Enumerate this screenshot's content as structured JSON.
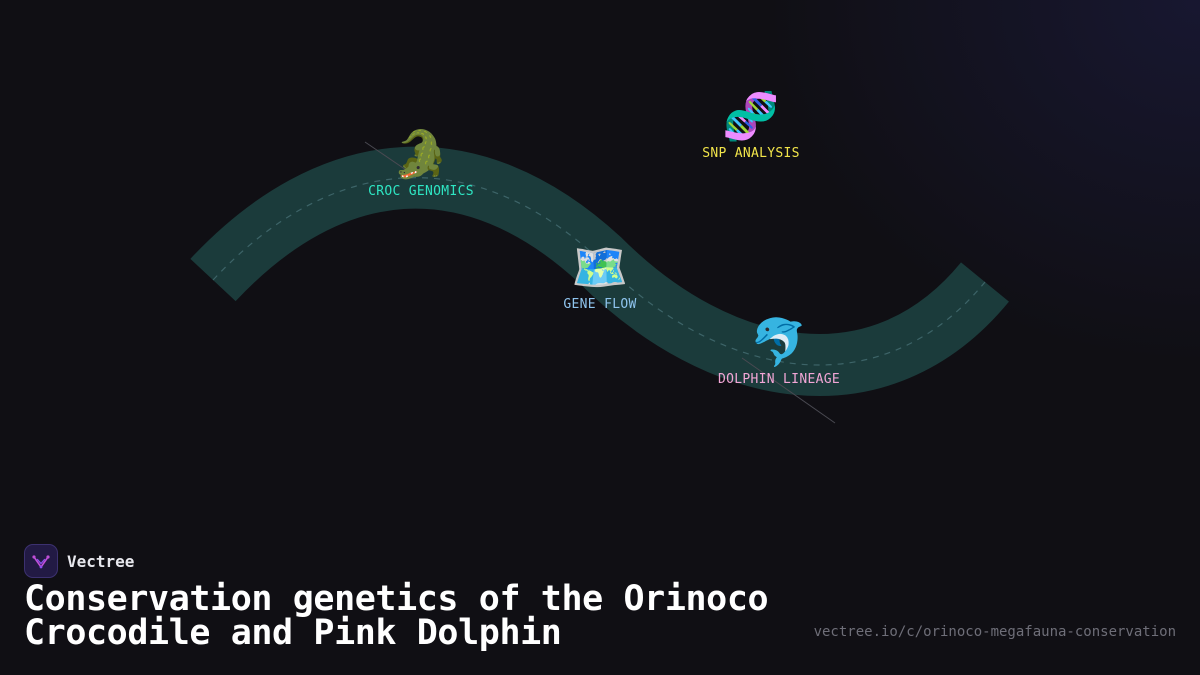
{
  "brand": {
    "name": "Vectree",
    "logo_icon": "vectree-logo-icon"
  },
  "title": "Conservation genetics of the Orinoco Crocodile and Pink Dolphin",
  "url": "vectree.io/c/orinoco-megafauna-conservation",
  "colors": {
    "background": "#100f14",
    "path_band": "#1b3b3b",
    "path_dash": "#3d6468"
  },
  "nodes": [
    {
      "id": "croc-genomics",
      "emoji": "🐊",
      "icon": "crocodile-icon",
      "label": "CROC GENOMICS",
      "color": "#2ee6c3"
    },
    {
      "id": "snp-analysis",
      "emoji": "🧬",
      "icon": "dna-icon",
      "label": "SNP ANALYSIS",
      "color": "#f2e54a"
    },
    {
      "id": "gene-flow",
      "emoji": "🗺️",
      "icon": "world-map-icon",
      "label": "GENE FLOW",
      "color": "#8fc4ee"
    },
    {
      "id": "dolphin-lineage",
      "emoji": "🐬",
      "icon": "dolphin-icon",
      "label": "DOLPHIN LINEAGE",
      "color": "#f2a6d6"
    }
  ]
}
